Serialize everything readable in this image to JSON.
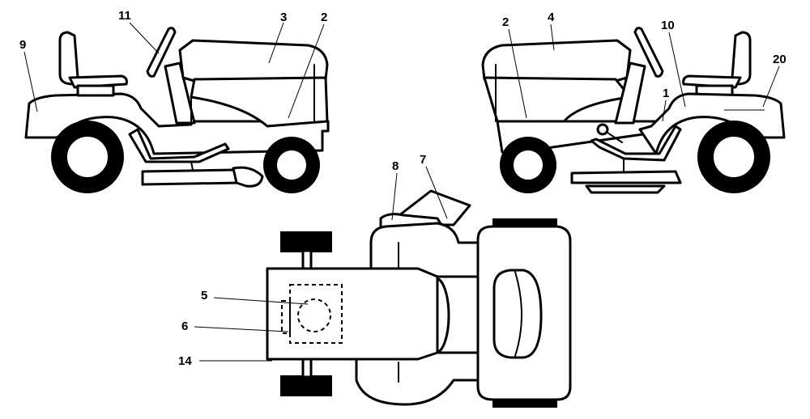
{
  "labels": {
    "l1": "1",
    "l2a": "2",
    "l2b": "2",
    "l3": "3",
    "l4": "4",
    "l5": "5",
    "l6": "6",
    "l7": "7",
    "l8": "8",
    "l9": "9",
    "l10": "10",
    "l11": "11",
    "l14": "14",
    "l20": "20"
  }
}
